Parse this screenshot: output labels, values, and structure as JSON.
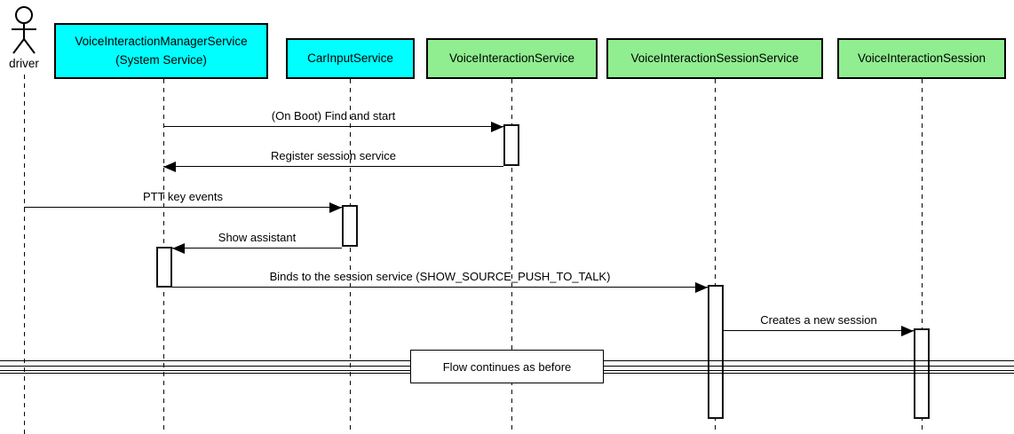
{
  "diagram": {
    "actor": {
      "name": "driver"
    },
    "participants": [
      {
        "id": "VoiceInteractionManagerService",
        "label": "VoiceInteractionManagerService\n(System Service)",
        "color": "#00FFFF"
      },
      {
        "id": "CarInputService",
        "label": "CarInputService",
        "color": "#00FFFF"
      },
      {
        "id": "VoiceInteractionService",
        "label": "VoiceInteractionService",
        "color": "#90EE90"
      },
      {
        "id": "VoiceInteractionSessionService",
        "label": "VoiceInteractionSessionService",
        "color": "#90EE90"
      },
      {
        "id": "VoiceInteractionSession",
        "label": "VoiceInteractionSession",
        "color": "#90EE90"
      }
    ],
    "messages": [
      {
        "label": "(On Boot) Find and start",
        "from": "VoiceInteractionManagerService",
        "to": "VoiceInteractionService",
        "direction": "right"
      },
      {
        "label": "Register session service",
        "from": "VoiceInteractionService",
        "to": "VoiceInteractionManagerService",
        "direction": "left"
      },
      {
        "label": "PTT key events",
        "from": "driver",
        "to": "CarInputService",
        "direction": "right"
      },
      {
        "label": "Show assistant",
        "from": "CarInputService",
        "to": "VoiceInteractionManagerService",
        "direction": "left"
      },
      {
        "label": "Binds to the session service (SHOW_SOURCE_PUSH_TO_TALK)",
        "from": "VoiceInteractionManagerService",
        "to": "VoiceInteractionSessionService",
        "direction": "right"
      },
      {
        "label": "Creates a new session",
        "from": "VoiceInteractionSessionService",
        "to": "VoiceInteractionSession",
        "direction": "right"
      }
    ],
    "divider": {
      "label": "Flow continues as before"
    },
    "line_color": "#000000"
  }
}
